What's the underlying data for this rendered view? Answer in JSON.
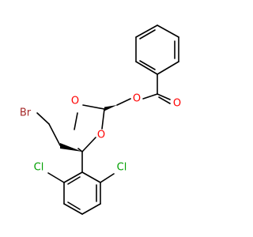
{
  "structure": {
    "atom_labels": {
      "o_ester": "O",
      "o_carbonyl": "O",
      "o_ring_left": "O",
      "o_ring_right": "O",
      "br": "Br",
      "cl_left": "Cl",
      "cl_right": "Cl"
    },
    "colors": {
      "bond": "#000000",
      "oxygen": "#ff0000",
      "bromine": "#a52a2a",
      "chlorine": "#00a000"
    }
  }
}
